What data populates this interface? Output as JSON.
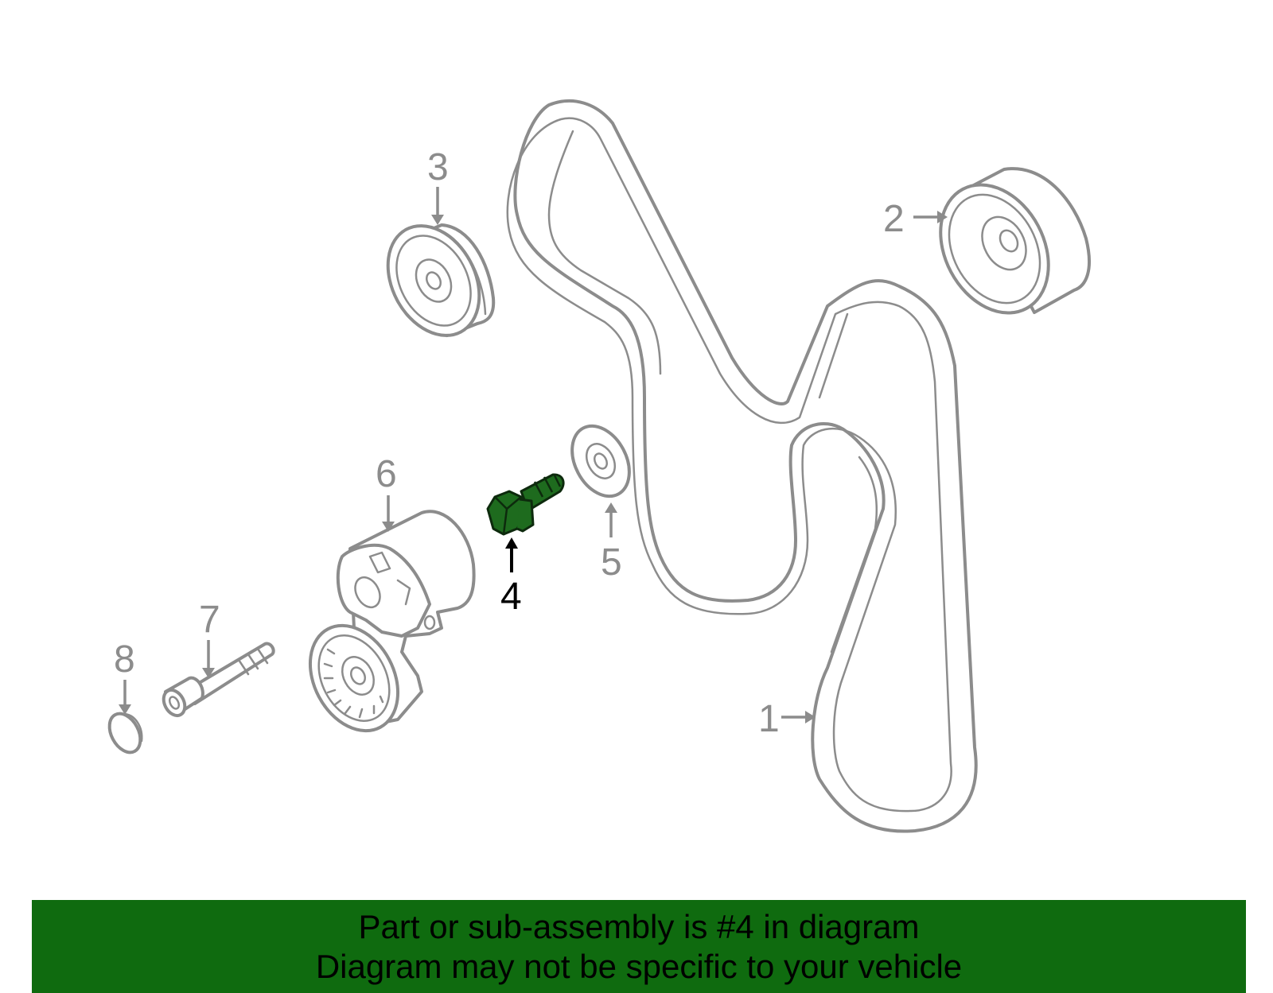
{
  "colors": {
    "part_gray": "#8c8c8c",
    "highlight_green": "#1e6b1e",
    "banner_green": "#0f6b0f",
    "callout_black": "#000000",
    "banner_text": "#000000"
  },
  "diagram": {
    "highlighted_part": "4",
    "callouts": [
      {
        "label": "1",
        "part": "belt-icon"
      },
      {
        "label": "2",
        "part": "idler-pulley-icon"
      },
      {
        "label": "3",
        "part": "grooved-pulley-icon"
      },
      {
        "label": "4",
        "part": "bolt-icon"
      },
      {
        "label": "5",
        "part": "washer-icon"
      },
      {
        "label": "6",
        "part": "tensioner-icon"
      },
      {
        "label": "7",
        "part": "tensioner-bolt-icon"
      },
      {
        "label": "8",
        "part": "dust-cap-icon"
      }
    ]
  },
  "banner": {
    "line1": "Part or sub-assembly is #4 in diagram",
    "line2": "Diagram may not be specific to your vehicle"
  }
}
